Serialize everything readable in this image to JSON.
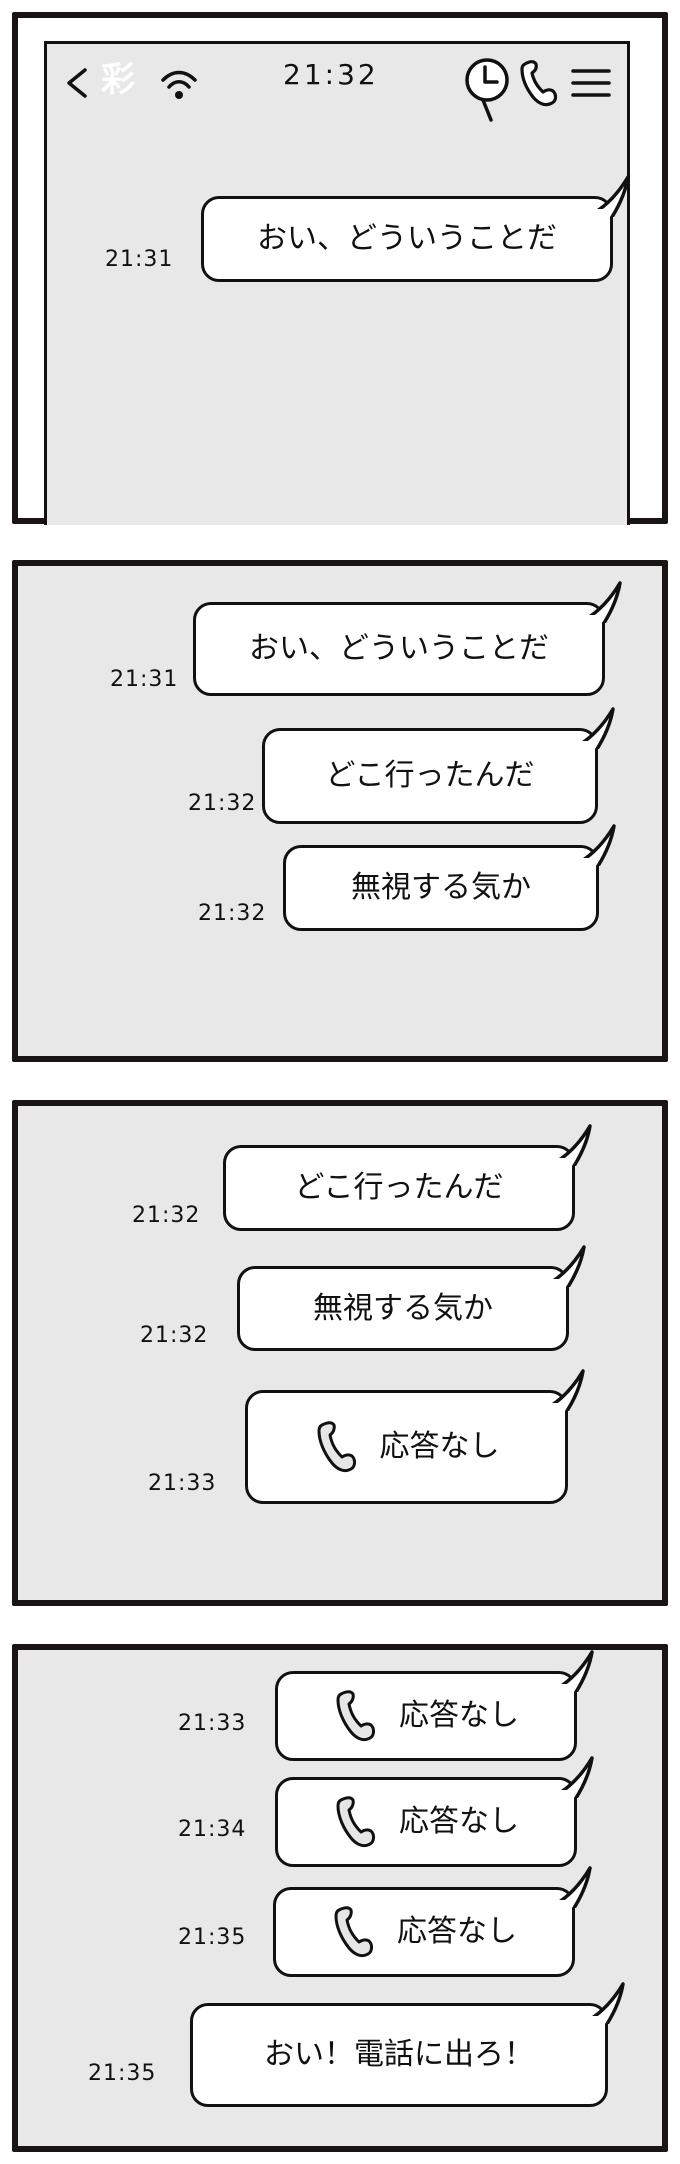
{
  "colors": {
    "frame": "#1a1414",
    "screen_bg": "#e8e8e8",
    "bubble_bg": "#ffffff",
    "ink": "#111111",
    "contact_name": "#ffffff"
  },
  "header": {
    "back_icon": "chevron-left-icon",
    "contact_name": "彩",
    "wifi_icon": "wifi-icon",
    "status_time": "21:32",
    "search_icon": "search-history-icon",
    "phone_icon": "phone-icon",
    "menu_icon": "hamburger-menu-icon"
  },
  "panels": [
    {
      "messages": [
        {
          "time": "21:31",
          "text": "おい、どういうことだ",
          "type": "text"
        }
      ]
    },
    {
      "messages": [
        {
          "time": "21:31",
          "text": "おい、どういうことだ",
          "type": "text"
        },
        {
          "time": "21:32",
          "text": "どこ行ったんだ",
          "type": "text"
        },
        {
          "time": "21:32",
          "text": "無視する気か",
          "type": "text"
        }
      ]
    },
    {
      "messages": [
        {
          "time": "21:32",
          "text": "どこ行ったんだ",
          "type": "text"
        },
        {
          "time": "21:32",
          "text": "無視する気か",
          "type": "text"
        },
        {
          "time": "21:33",
          "text": "応答なし",
          "type": "missed-call"
        }
      ]
    },
    {
      "messages": [
        {
          "time": "21:33",
          "text": "応答なし",
          "type": "missed-call"
        },
        {
          "time": "21:34",
          "text": "応答なし",
          "type": "missed-call"
        },
        {
          "time": "21:35",
          "text": "応答なし",
          "type": "missed-call"
        },
        {
          "time": "21:35",
          "text": "おい！電話に出ろ！",
          "type": "text"
        }
      ]
    }
  ]
}
